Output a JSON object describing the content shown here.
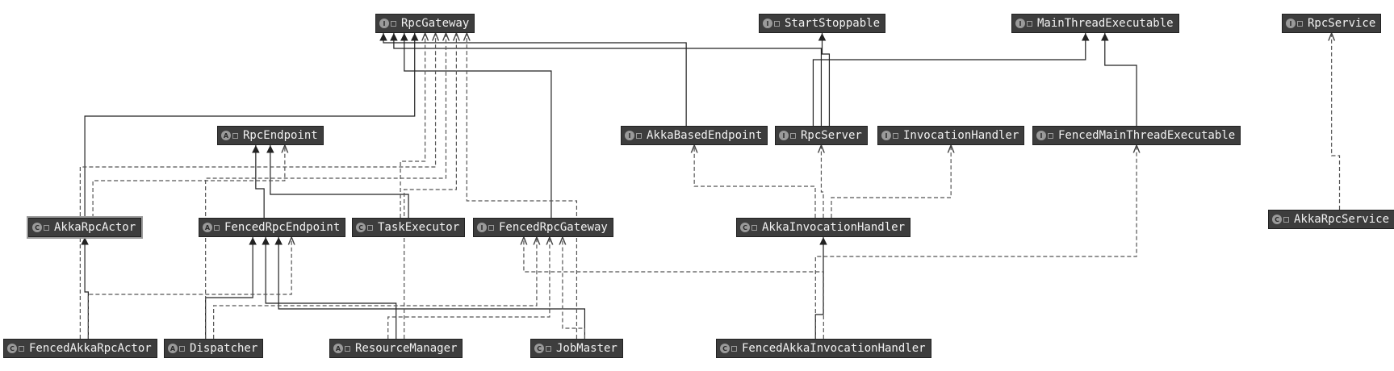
{
  "nodes": {
    "RpcGateway": {
      "label": "RpcGateway",
      "kind": "I"
    },
    "StartStoppable": {
      "label": "StartStoppable",
      "kind": "I"
    },
    "MainThreadExecutable": {
      "label": "MainThreadExecutable",
      "kind": "I"
    },
    "RpcService": {
      "label": "RpcService",
      "kind": "I"
    },
    "RpcEndpoint": {
      "label": "RpcEndpoint",
      "kind": "A"
    },
    "AkkaBasedEndpoint": {
      "label": "AkkaBasedEndpoint",
      "kind": "I"
    },
    "RpcServer": {
      "label": "RpcServer",
      "kind": "I"
    },
    "InvocationHandler": {
      "label": "InvocationHandler",
      "kind": "I"
    },
    "FencedMainThreadExecutable": {
      "label": "FencedMainThreadExecutable",
      "kind": "I"
    },
    "AkkaRpcActor": {
      "label": "AkkaRpcActor",
      "kind": "C"
    },
    "FencedRpcEndpoint": {
      "label": "FencedRpcEndpoint",
      "kind": "A"
    },
    "TaskExecutor": {
      "label": "TaskExecutor",
      "kind": "C"
    },
    "FencedRpcGateway": {
      "label": "FencedRpcGateway",
      "kind": "I"
    },
    "AkkaInvocationHandler": {
      "label": "AkkaInvocationHandler",
      "kind": "C"
    },
    "AkkaRpcService": {
      "label": "AkkaRpcService",
      "kind": "C"
    },
    "FencedAkkaRpcActor": {
      "label": "FencedAkkaRpcActor",
      "kind": "C"
    },
    "Dispatcher": {
      "label": "Dispatcher",
      "kind": "A"
    },
    "ResourceManager": {
      "label": "ResourceManager",
      "kind": "A"
    },
    "JobMaster": {
      "label": "JobMaster",
      "kind": "C"
    },
    "FencedAkkaInvocationHandler": {
      "label": "FencedAkkaInvocationHandler",
      "kind": "C"
    }
  },
  "edges": [
    {
      "from": "AkkaBasedEndpoint",
      "to": "RpcGateway",
      "type": "extends"
    },
    {
      "from": "RpcServer",
      "to": "RpcGateway",
      "type": "extends"
    },
    {
      "from": "RpcServer",
      "to": "StartStoppable",
      "type": "extends"
    },
    {
      "from": "RpcServer",
      "to": "MainThreadExecutable",
      "type": "extends"
    },
    {
      "from": "FencedMainThreadExecutable",
      "to": "MainThreadExecutable",
      "type": "extends"
    },
    {
      "from": "FencedRpcGateway",
      "to": "RpcGateway",
      "type": "extends"
    },
    {
      "from": "FencedRpcEndpoint",
      "to": "RpcEndpoint",
      "type": "extends"
    },
    {
      "from": "TaskExecutor",
      "to": "RpcEndpoint",
      "type": "extends"
    },
    {
      "from": "FencedAkkaRpcActor",
      "to": "AkkaRpcActor",
      "type": "extends"
    },
    {
      "from": "Dispatcher",
      "to": "FencedRpcEndpoint",
      "type": "extends"
    },
    {
      "from": "ResourceManager",
      "to": "FencedRpcEndpoint",
      "type": "extends"
    },
    {
      "from": "JobMaster",
      "to": "FencedRpcEndpoint",
      "type": "extends"
    },
    {
      "from": "FencedAkkaInvocationHandler",
      "to": "AkkaInvocationHandler",
      "type": "extends"
    },
    {
      "from": "AkkaRpcActor",
      "to": "RpcGateway",
      "type": "extends"
    },
    {
      "from": "AkkaRpcActor",
      "to": "RpcEndpoint",
      "type": "implements"
    },
    {
      "from": "AkkaInvocationHandler",
      "to": "AkkaBasedEndpoint",
      "type": "implements"
    },
    {
      "from": "AkkaInvocationHandler",
      "to": "RpcServer",
      "type": "implements"
    },
    {
      "from": "AkkaInvocationHandler",
      "to": "InvocationHandler",
      "type": "implements"
    },
    {
      "from": "FencedAkkaInvocationHandler",
      "to": "FencedMainThreadExecutable",
      "type": "implements"
    },
    {
      "from": "FencedAkkaInvocationHandler",
      "to": "FencedRpcGateway",
      "type": "implements"
    },
    {
      "from": "AkkaRpcService",
      "to": "RpcService",
      "type": "implements"
    },
    {
      "from": "TaskExecutor",
      "to": "RpcGateway",
      "type": "implements"
    },
    {
      "from": "FencedAkkaRpcActor",
      "to": "RpcGateway",
      "type": "implements"
    },
    {
      "from": "FencedAkkaRpcActor",
      "to": "FencedRpcEndpoint",
      "type": "implements"
    },
    {
      "from": "Dispatcher",
      "to": "RpcGateway",
      "type": "implements"
    },
    {
      "from": "Dispatcher",
      "to": "FencedRpcGateway",
      "type": "implements"
    },
    {
      "from": "ResourceManager",
      "to": "RpcGateway",
      "type": "implements"
    },
    {
      "from": "ResourceManager",
      "to": "FencedRpcGateway",
      "type": "implements"
    },
    {
      "from": "JobMaster",
      "to": "RpcGateway",
      "type": "implements"
    },
    {
      "from": "JobMaster",
      "to": "FencedRpcGateway",
      "type": "implements"
    }
  ]
}
